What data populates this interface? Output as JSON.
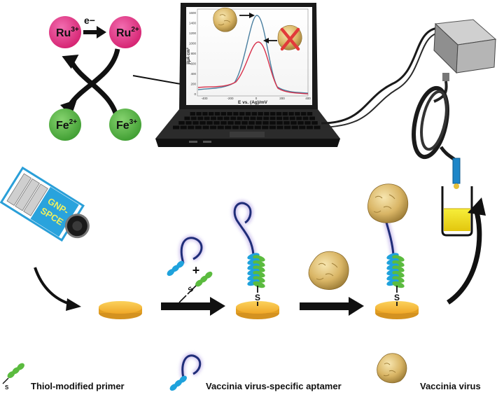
{
  "redox": {
    "ru3": "Ru",
    "ru3_charge": "3+",
    "ru2": "Ru",
    "ru2_charge": "2+",
    "fe2": "Fe",
    "fe2_charge": "2+",
    "fe3": "Fe",
    "fe3_charge": "3+",
    "electron": "e−"
  },
  "plot": {
    "ylabel": "j/μA cm²",
    "xlabel": "E vs. (Ag)/mV",
    "yticks": [
      "1600",
      "1400",
      "1200",
      "1000",
      "800",
      "600",
      "400",
      "200",
      "0"
    ],
    "xticks": [
      "-400",
      "-200",
      "0",
      "200",
      "400"
    ]
  },
  "electrode": {
    "label_line1": "GNP-",
    "label_line2": "SPCE"
  },
  "bond": {
    "sulfur": "S"
  },
  "legend": {
    "primer": "Thiol-modified primer",
    "aptamer": "Vaccinia virus-specific aptamer",
    "virus": "Vaccinia virus"
  },
  "colors": {
    "ru": "#e8338f",
    "fe": "#5cb94a",
    "gold": "#f2b233",
    "aptamer_blue": "#1fa2dc",
    "primer_green": "#5bbb3f",
    "curve_blue": "#4a7fa0",
    "curve_red": "#d8324c"
  }
}
